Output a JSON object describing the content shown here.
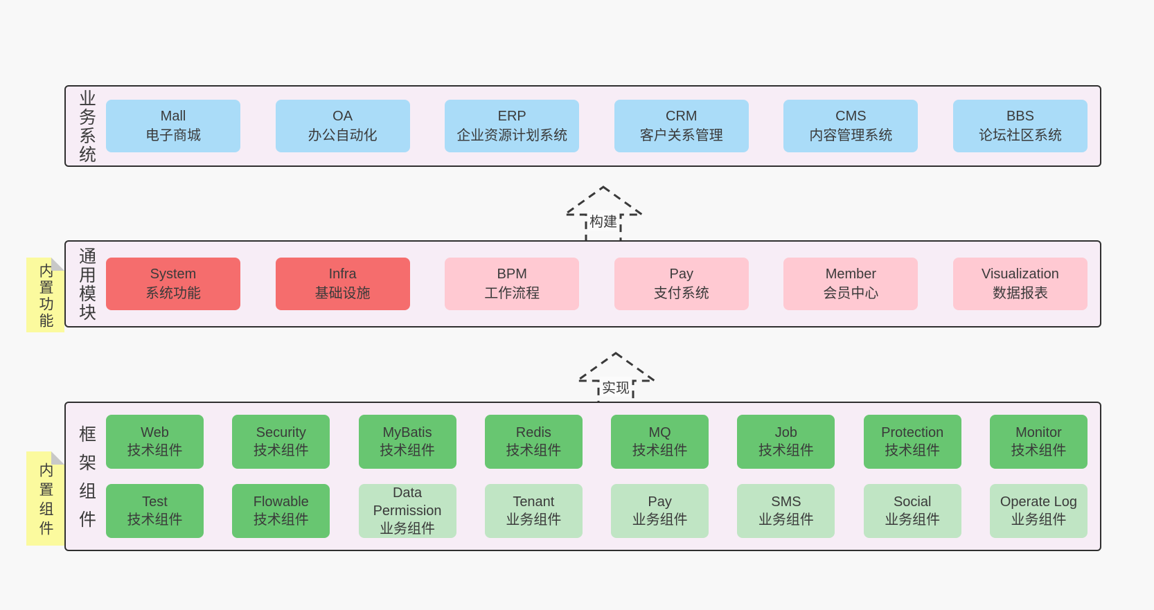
{
  "colors": {
    "page_bg": "#f8f8f8",
    "panel_bg": "#f7edf6",
    "panel_border": "#2f2f2f",
    "blue_box": "#aadcf8",
    "red_box": "#f56d6d",
    "pink_box": "#ffc9d2",
    "green_box": "#68c671",
    "light_green_box": "#c0e5c4",
    "sticky_yellow": "#fbfa9e",
    "text": "#3a3a3a"
  },
  "arrows": {
    "build": "构建",
    "implement": "实现"
  },
  "layers": {
    "business": {
      "label": "业务系统",
      "boxes": [
        {
          "en": "Mall",
          "zh": "电子商城"
        },
        {
          "en": "OA",
          "zh": "办公自动化"
        },
        {
          "en": "ERP",
          "zh": "企业资源计划系统"
        },
        {
          "en": "CRM",
          "zh": "客户关系管理"
        },
        {
          "en": "CMS",
          "zh": "内容管理系统"
        },
        {
          "en": "BBS",
          "zh": "论坛社区系统"
        }
      ]
    },
    "modules": {
      "label": "通用模块",
      "sticky": "内置功能",
      "boxes": [
        {
          "en": "System",
          "zh": "系统功能"
        },
        {
          "en": "Infra",
          "zh": "基础设施"
        },
        {
          "en": "BPM",
          "zh": "工作流程"
        },
        {
          "en": "Pay",
          "zh": "支付系统"
        },
        {
          "en": "Member",
          "zh": "会员中心"
        },
        {
          "en": "Visualization",
          "zh": "数据报表"
        }
      ]
    },
    "framework": {
      "label": "框架组件",
      "sticky": "内置组件",
      "row1": [
        {
          "en": "Web",
          "zh": "技术组件"
        },
        {
          "en": "Security",
          "zh": "技术组件"
        },
        {
          "en": "MyBatis",
          "zh": "技术组件"
        },
        {
          "en": "Redis",
          "zh": "技术组件"
        },
        {
          "en": "MQ",
          "zh": "技术组件"
        },
        {
          "en": "Job",
          "zh": "技术组件"
        },
        {
          "en": "Protection",
          "zh": "技术组件"
        },
        {
          "en": "Monitor",
          "zh": "技术组件"
        }
      ],
      "row2": [
        {
          "en": "Test",
          "zh": "技术组件"
        },
        {
          "en": "Flowable",
          "zh": "技术组件"
        },
        {
          "en": "Data Permission",
          "zh": "业务组件"
        },
        {
          "en": "Tenant",
          "zh": "业务组件"
        },
        {
          "en": "Pay",
          "zh": "业务组件"
        },
        {
          "en": "SMS",
          "zh": "业务组件"
        },
        {
          "en": "Social",
          "zh": "业务组件"
        },
        {
          "en": "Operate Log",
          "zh": "业务组件"
        }
      ]
    }
  }
}
